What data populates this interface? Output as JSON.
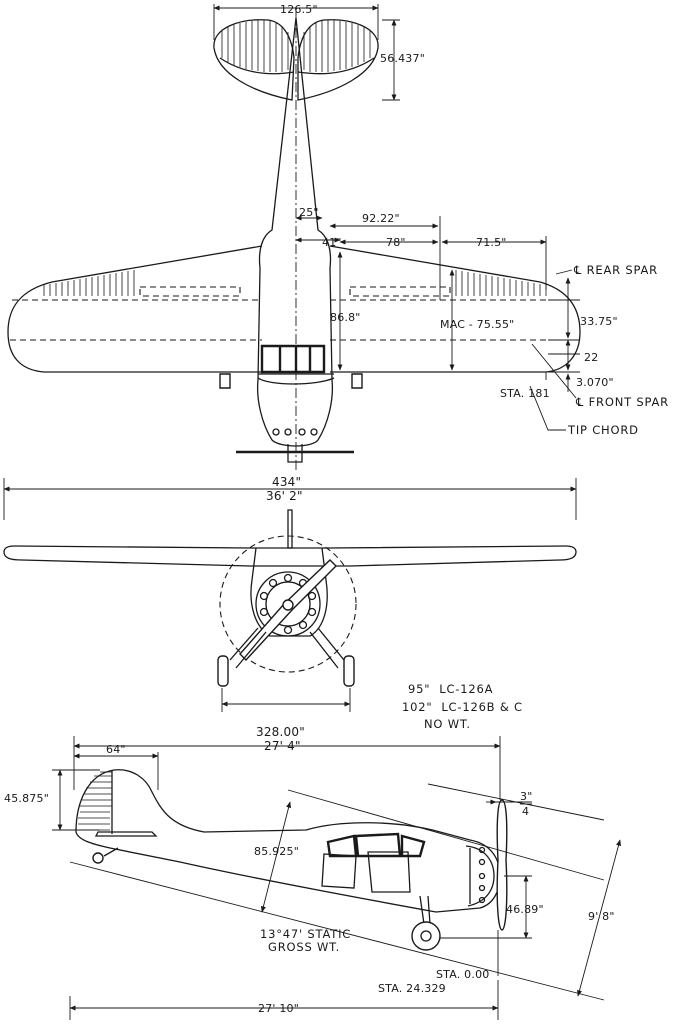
{
  "top_view": {
    "dim_tail_span": "126.5\"",
    "dim_tail_chord": "56.437\"",
    "dim_25": "25\"",
    "dim_92_22": "92.22\"",
    "dim_41": "41\"",
    "dim_78": "78\"",
    "dim_71_5": "71.5\"",
    "dim_root_chord": "86.8\"",
    "mac": "MAC - 75.55\"",
    "dim_33_75": "33.75\"",
    "dim_22": "22",
    "dim_3_070": "3.070\"",
    "sta_181": "STA. 181",
    "rear_spar": "℄ REAR SPAR",
    "front_spar": "℄ FRONT SPAR",
    "tip_chord": "TIP CHORD"
  },
  "front_view": {
    "span_in": "434\"",
    "span_ft": "36' 2\"",
    "note_lines": [
      "95\"  LC-126A",
      "102\"  LC-126B & C",
      "NO WT."
    ]
  },
  "side_view": {
    "length_in": "328.00\"",
    "length_ft": "27' 4\"",
    "dim_64": "64\"",
    "dim_45_875": "45.875\"",
    "dim_85_925": "85.925\"",
    "dim_3_4_num": "3\"",
    "dim_3_4_den": "4",
    "dim_46_89": "46.89\"",
    "dim_9_8": "9' 8\"",
    "static_line1": "13°47' STATIC",
    "static_line2": "GROSS WT.",
    "sta_0": "STA. 0.00",
    "sta_24": "STA. 24.329",
    "overall_length": "27' 10\""
  }
}
